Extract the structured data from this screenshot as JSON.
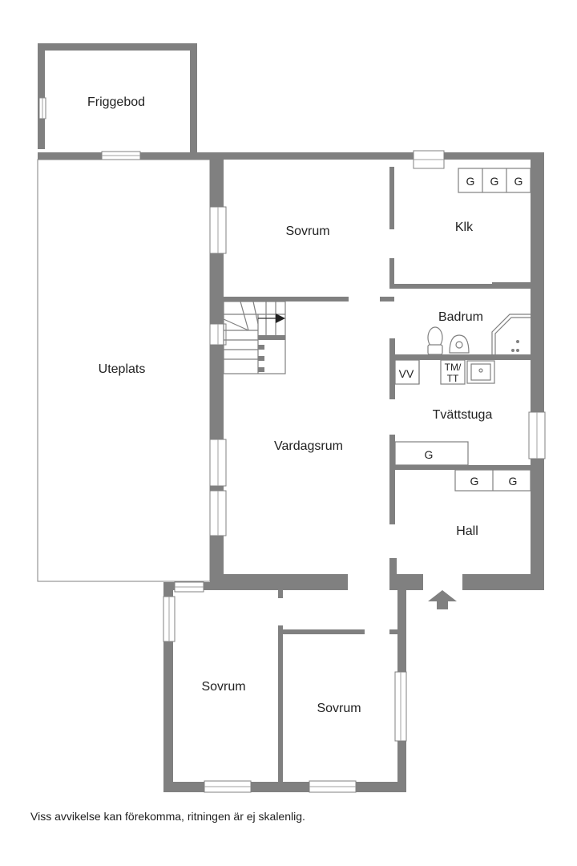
{
  "rooms": {
    "friggebod": "Friggebod",
    "uteplats": "Uteplats",
    "sovrum_top": "Sovrum",
    "klk": "Klk",
    "badrum": "Badrum",
    "tvattstuga": "Tvättstuga",
    "vardagsrum": "Vardagsrum",
    "hall": "Hall",
    "sovrum_bottom_left": "Sovrum",
    "sovrum_bottom_right": "Sovrum"
  },
  "fixtures": {
    "garderob": "G",
    "vv": "VV",
    "tm": "TM/",
    "tt": "TT"
  },
  "colors": {
    "wall": "#808080",
    "text": "#222222"
  },
  "disclaimer": "Viss avvikelse kan förekomma, ritningen är ej skalenlig."
}
